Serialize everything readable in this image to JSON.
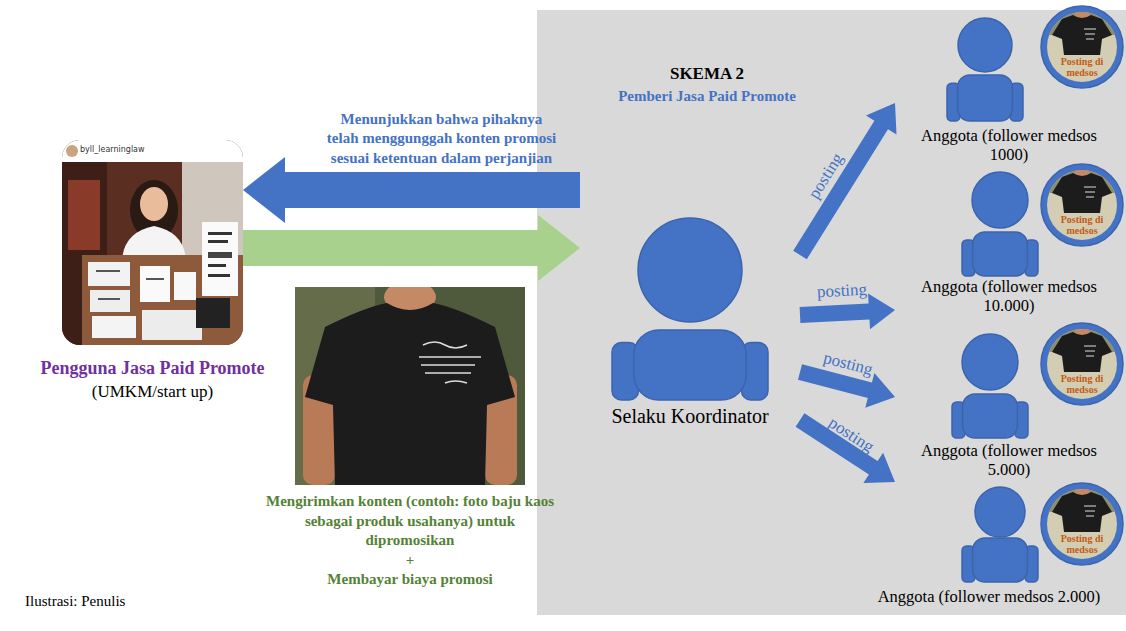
{
  "diagram": {
    "nodes": [
      {
        "text": [
          "Pengguna Jasa Paid Promote",
          "(UMKM/start up)"
        ]
      },
      {
        "text": [
          "SKEMA 2",
          "Pemberi Jasa Paid Promote"
        ]
      },
      {
        "text": [
          "Selaku Koordinator"
        ],
        "in": 1
      },
      {
        "text": [
          "Anggota (follower medsos 1000)"
        ],
        "in": 1
      },
      {
        "text": [
          "Posting di medsos"
        ],
        "in": 3
      },
      {
        "text": [
          "Anggota (follower medsos 10.000)"
        ],
        "in": 1
      },
      {
        "text": [
          "Posting di medsos"
        ],
        "in": 5
      },
      {
        "text": [
          "Anggota (follower medsos 5.000)"
        ],
        "in": 1
      },
      {
        "text": [
          "Posting di medsos"
        ],
        "in": 7
      },
      {
        "text": [
          "Anggota (follower medsos 2.000)"
        ],
        "in": 1
      },
      {
        "text": [
          "Posting di medsos"
        ],
        "in": 9
      }
    ],
    "edges": [
      {
        "from": 2,
        "to": 0,
        "arrow": "to",
        "label": "Menunjukkan bahwa pihaknya telah menggunggah konten promosi sesuai ketentuan dalam perjanjian"
      },
      {
        "from": 0,
        "to": 2,
        "arrow": "to"
      },
      {
        "from": 2,
        "to": 3,
        "arrow": "to",
        "label": "posting"
      },
      {
        "from": 2,
        "to": 5,
        "arrow": "to",
        "label": "posting"
      },
      {
        "from": 2,
        "to": 7,
        "arrow": "to",
        "label": "posting"
      },
      {
        "from": 2,
        "to": 9,
        "arrow": "to",
        "label": "posting"
      }
    ],
    "labels": [
      "byll_learninglaw",
      "Mengirimkan konten (contoh: foto baju kaos sebagai produk usahanya) untuk dipromosikan",
      "+",
      "Membayar biaya promosi",
      "Ilustrasi: Penulis"
    ]
  }
}
